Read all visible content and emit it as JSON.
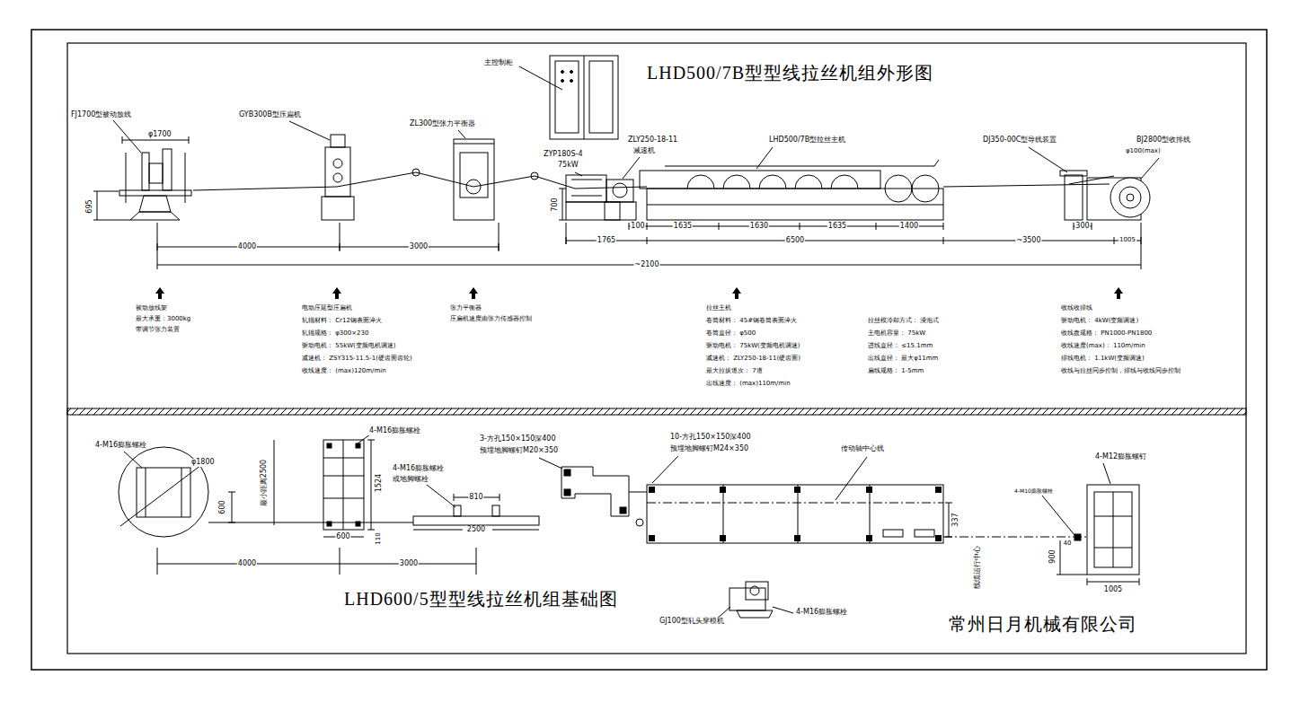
{
  "diagram": {
    "title": "LHD500/7B型型线拉丝机组外形图",
    "labels": [
      "主控制柜",
      "FJ1700型被动放线",
      "φ1700",
      "695",
      "GYB300B型压扁机",
      "ZL300型张力平衡器",
      "ZYP180S-4",
      "75kW",
      "ZLY250-18-11",
      "减速机",
      "LHD500/7B型拉丝主机",
      "DJ350-00C型导线装置",
      "BJ2800型收排线",
      "φ100(max)",
      "700",
      "100",
      "1635",
      "1630",
      "1635",
      "1400",
      "300",
      "1765",
      "6500",
      "~3500",
      "1005",
      "4000",
      "3000",
      "~2100",
      "被动放线架",
      "最大承重：3000kg",
      "带调节张力装置",
      "电动压延型压扁机",
      "轧辊材料： Cr12钢表面淬火",
      "轧辊规格： φ300×230",
      "驱动电机： 55kW(变频电机调速)",
      "减速机： ZSY315-11.5-1(硬齿面齿轮)",
      "收线速度： (max)120m/min",
      "张力平衡器",
      "压扁机速度由张力传感器控制",
      "拉丝主机",
      "卷筒材料： 45#钢卷筒表面淬火",
      "卷筒直径： φ500",
      "驱动电机： 75kW(变频电机调速)",
      "减速机： ZLY250-18-11(硬齿面)",
      "最大拉拔道次： 7道",
      "出线速度： (max)110m/min",
      "拉丝模冷却方式： 浸泡式",
      "主电机容量： 75kW",
      "进线直径： ≤15.1mm",
      "出线直径： 最大φ11mm",
      "扁线规格： 1-5mm",
      "收线收排线",
      "驱动电机： 4kW(变频调速)",
      "收线盘规格： PN1000-PN1800",
      "收线速度(max)： 110m/min",
      "排线电机： 1.1kW(变频调速)",
      "收线与拉丝同步控制，排线与收线同步控制",
      "4-M16膨胀螺栓",
      "φ1800",
      "最小距离2500",
      "600",
      "4-M16膨胀螺栓",
      "1524",
      "600",
      "110",
      "4-M16膨胀螺栓",
      "或地脚螺栓",
      "810",
      "2500",
      "4000",
      "3000",
      "3-方孔150×150深400",
      "预埋地脚螺钉M20×350",
      "10-方孔150×150深400",
      "预埋地脚螺钉M24×350",
      "传动轴中心线",
      "337",
      "线缆运行中心",
      "4-M12膨胀螺钉",
      "4-M10膨胀螺栓",
      "40",
      "900",
      "1005",
      "LHD600/5型型线拉丝机组基础图",
      "GJ100型轧头穿模机",
      "4-M16膨胀螺栓",
      "常州日月机械有限公司"
    ]
  }
}
